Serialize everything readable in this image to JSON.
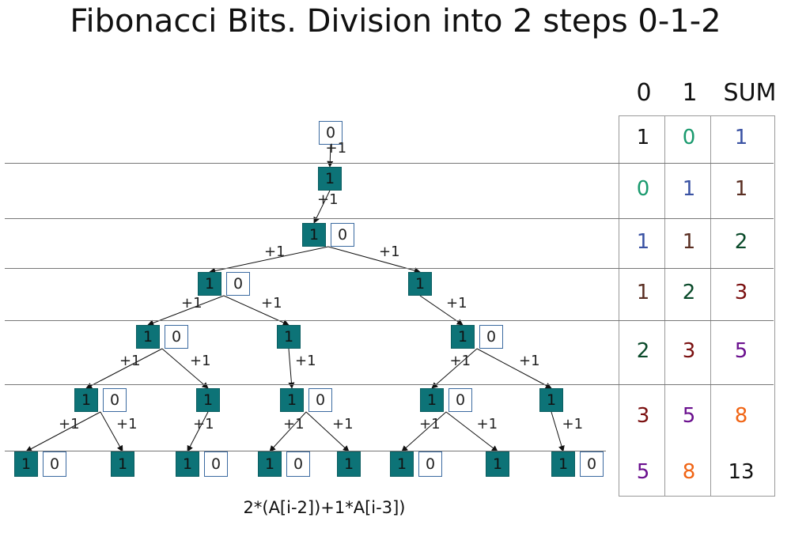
{
  "title": "Fibonacci Bits. Division into 2 steps 0-1-2",
  "formula": "2*(A[i-2])+1*A[i-3])",
  "increment_label": "+1",
  "colors": {
    "teal": "#0d7377",
    "black": "#111111",
    "green": "#1a9a6e",
    "blue": "#3a52a3",
    "brown": "#5a2e22",
    "darkgreen": "#0a4a2a",
    "maroon": "#7a0f0f",
    "purple": "#6a0f8e",
    "orange": "#f06414"
  },
  "table": {
    "headers": [
      "0",
      "1",
      "SUM"
    ],
    "rows": [
      [
        {
          "v": "1",
          "c": "black"
        },
        {
          "v": "0",
          "c": "green"
        },
        {
          "v": "1",
          "c": "blue"
        }
      ],
      [
        {
          "v": "0",
          "c": "green"
        },
        {
          "v": "1",
          "c": "blue"
        },
        {
          "v": "1",
          "c": "brown"
        }
      ],
      [
        {
          "v": "1",
          "c": "blue"
        },
        {
          "v": "1",
          "c": "brown"
        },
        {
          "v": "2",
          "c": "darkgreen"
        }
      ],
      [
        {
          "v": "1",
          "c": "brown"
        },
        {
          "v": "2",
          "c": "darkgreen"
        },
        {
          "v": "3",
          "c": "maroon"
        }
      ],
      [
        {
          "v": "2",
          "c": "darkgreen"
        },
        {
          "v": "3",
          "c": "maroon"
        },
        {
          "v": "5",
          "c": "purple"
        }
      ],
      [
        {
          "v": "3",
          "c": "maroon"
        },
        {
          "v": "5",
          "c": "purple"
        },
        {
          "v": "8",
          "c": "orange"
        }
      ],
      [
        {
          "v": "5",
          "c": "purple"
        },
        {
          "v": "8",
          "c": "orange"
        },
        {
          "v": "13",
          "c": "black"
        }
      ]
    ]
  },
  "levels": [
    [
      {
        "bits": "0"
      }
    ],
    [
      {
        "bits": "1"
      }
    ],
    [
      {
        "bits": "10"
      }
    ],
    [
      {
        "bits": "10"
      },
      {
        "bits": "1"
      }
    ],
    [
      {
        "bits": "10"
      },
      {
        "bits": "1"
      },
      {
        "bits": "10"
      }
    ],
    [
      {
        "bits": "10"
      },
      {
        "bits": "1"
      },
      {
        "bits": "10"
      },
      {
        "bits": "10"
      },
      {
        "bits": "1"
      }
    ],
    [
      {
        "bits": "10"
      },
      {
        "bits": "1"
      },
      {
        "bits": "10"
      },
      {
        "bits": "10"
      },
      {
        "bits": "1"
      },
      {
        "bits": "10"
      },
      {
        "bits": "1"
      },
      {
        "bits": "10"
      }
    ]
  ]
}
